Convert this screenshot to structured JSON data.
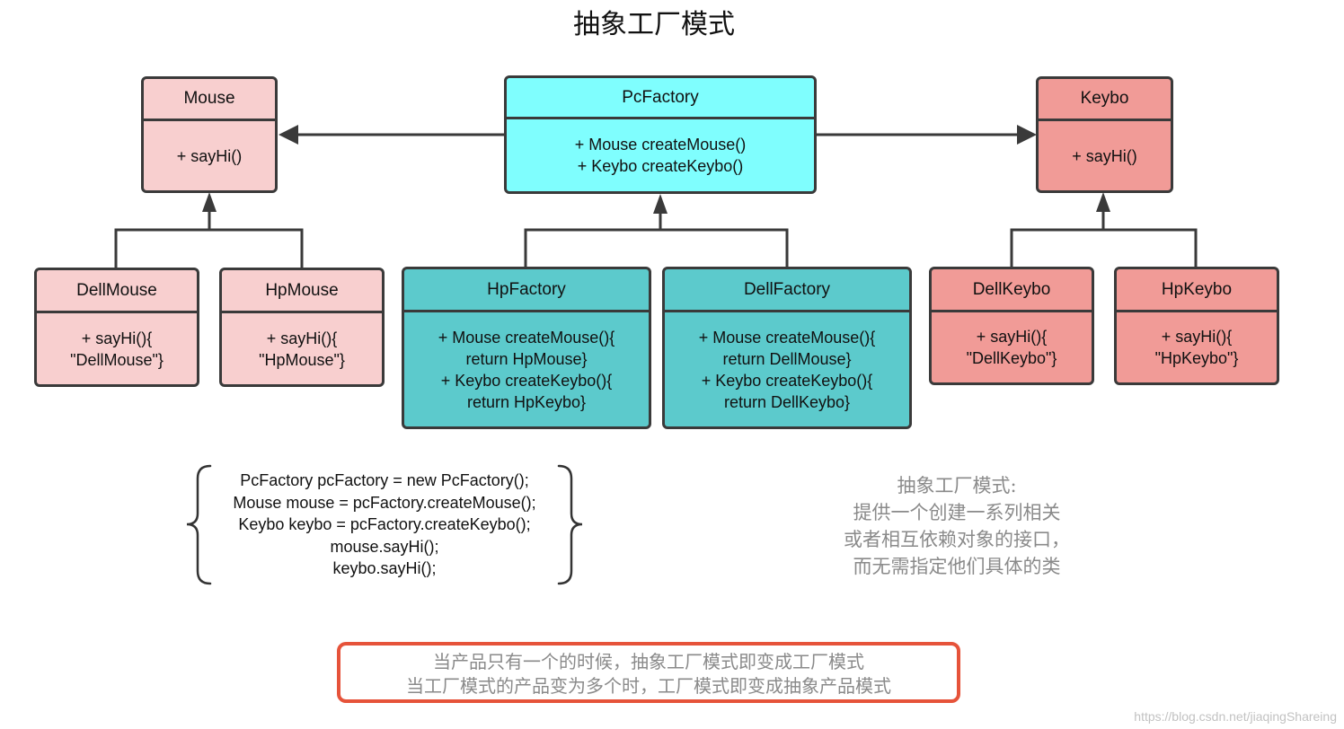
{
  "title": "抽象工厂模式",
  "classes": {
    "mouse": {
      "name": "Mouse",
      "lines": [
        "+ sayHi()"
      ]
    },
    "pcfactory": {
      "name": "PcFactory",
      "lines": [
        "+ Mouse createMouse()",
        "+ Keybo createKeybo()"
      ]
    },
    "keybo": {
      "name": "Keybo",
      "lines": [
        "+ sayHi()"
      ]
    },
    "dellmouse": {
      "name": "DellMouse",
      "lines": [
        "+ sayHi(){",
        "\"DellMouse\"}"
      ]
    },
    "hpmouse": {
      "name": "HpMouse",
      "lines": [
        "+ sayHi(){",
        "\"HpMouse\"}"
      ]
    },
    "hpfactory": {
      "name": "HpFactory",
      "lines": [
        "+ Mouse createMouse(){",
        "return HpMouse}",
        "+ Keybo createKeybo(){",
        "return HpKeybo}"
      ]
    },
    "dellfactory": {
      "name": "DellFactory",
      "lines": [
        "+ Mouse createMouse(){",
        "return DellMouse}",
        "+ Keybo createKeybo(){",
        "return DellKeybo}"
      ]
    },
    "dellkeybo": {
      "name": "DellKeybo",
      "lines": [
        "+ sayHi(){",
        "\"DellKeybo\"}"
      ]
    },
    "hpkeybo": {
      "name": "HpKeybo",
      "lines": [
        "+ sayHi(){",
        "\"HpKeybo\"}"
      ]
    }
  },
  "code": {
    "lines": [
      "PcFactory pcFactory = new PcFactory();",
      "Mouse mouse = pcFactory.createMouse();",
      "Keybo keybo = pcFactory.createKeybo();",
      "mouse.sayHi();",
      "keybo.sayHi();"
    ]
  },
  "description": {
    "lines": [
      "抽象工厂模式:",
      "提供一个创建一系列相关",
      "或者相互依赖对象的接口，",
      "而无需指定他们具体的类"
    ]
  },
  "note": {
    "lines": [
      "当产品只有一个的时候，抽象工厂模式即变成工厂模式",
      "当工厂模式的产品变为多个时，工厂模式即变成抽象产品模式"
    ]
  },
  "watermark": "https://blog.csdn.net/jiaqingShareing",
  "colors": {
    "mouse_family": "#f8cfcf",
    "keybo_family": "#f19b97",
    "pcfactory": "#7ffefe",
    "concrete_factories": "#5ccacc",
    "note_border": "#e6533a"
  }
}
